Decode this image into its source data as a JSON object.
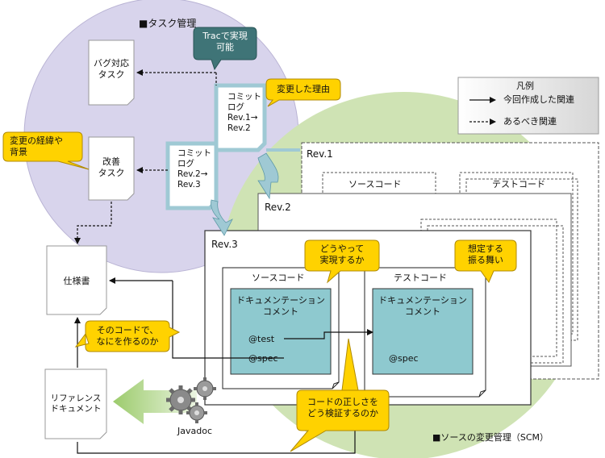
{
  "domains": {
    "task_management": "■タスク管理",
    "scm": "■ソースの変更管理（SCM）"
  },
  "legend": {
    "title": "凡例",
    "solid_label": "今回作成した関連",
    "dashed_label": "あるべき関連"
  },
  "tasks": {
    "bug_task": "バグ対応\nタスク",
    "improve_task": "改善\nタスク"
  },
  "commit_logs": {
    "log1": "コミット\nログ\nRev.1→\nRev.2",
    "log2": "コミット\nログ\nRev.2→\nRev.3"
  },
  "revisions": {
    "rev1": "Rev.1",
    "rev2": "Rev.2",
    "rev3": "Rev.3",
    "source_code": "ソースコード",
    "test_code": "テストコード",
    "doc_comment": "ドキュメンテーション\nコメント",
    "at_test": "@test",
    "at_spec_source": "@spec",
    "at_spec_test": "@spec"
  },
  "documents": {
    "spec": "仕様書",
    "reference": "リファレンス\nドキュメント"
  },
  "javadoc_label": "Javadoc",
  "callouts": {
    "trac": "Tracで実現\n可能",
    "change_reason": "変更した理由",
    "change_history": "変更の経緯や\n背景",
    "how_realize": "どうやって\n実現するか",
    "expected_behavior": "想定する\n振る舞い",
    "what_create": "そのコードで、\nなにを作るのか",
    "how_verify": "コードの正しさを\nどう検証するのか"
  },
  "colors": {
    "task_circle": "#d8d4ec",
    "scm_circle": "#cfe3b4",
    "teal_box": "#8ec9cf",
    "yellow_callout": "#ffd200",
    "trac_callout": "#3f7477",
    "legend_bg": "#e8e8e8",
    "javadoc_arrow": "#9ccb6c",
    "commit_arrow": "#9fc9d4"
  }
}
